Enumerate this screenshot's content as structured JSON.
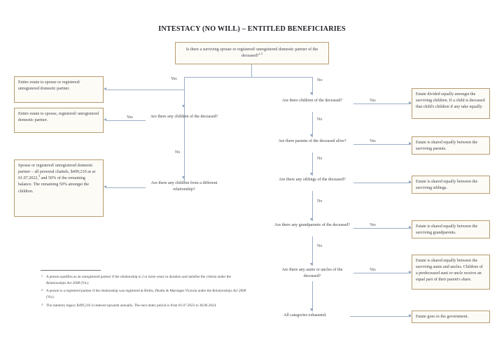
{
  "document": {
    "title": "INTESTACY (NO WILL) – ENTITLED BENEFICIARIES"
  },
  "theme": {
    "box_border": "#b79b6e",
    "box_fill": "#fdfbf6",
    "connector": "#9badc4",
    "text": "#3f3f48"
  },
  "edge_labels": {
    "yes": "Yes",
    "no": "No"
  },
  "nodes": {
    "root_question": {
      "text": "Is there a surviving spouse or registered/ unregistered domestic partner of the deceased?",
      "footnote_marks": "1,2"
    },
    "q_children_spouse": "Are there any children of the deceased?",
    "q_children_different_relationship": "Are there any children from a different relationship?",
    "q_children_no_spouse": "Are there children of the deceased?",
    "q_parents_alive": "Are there parents of the deceased alive?",
    "q_siblings": "Are there any siblings of the deceased?",
    "q_grandparents": "Are there any grandparents of the deceased?",
    "q_aunts_uncles": "Are there any aunts or uncles of the deceased?",
    "all_exhausted": "All categories exhausted."
  },
  "outcomes": {
    "entire_estate_1": "Entire estate to spouse or registered/ unregistered domestic partner.",
    "entire_estate_2": "Entire estate to spouse, registered/ unregistered domestic partner.",
    "partner_and_children": {
      "part1": "Spouse or registered/ unregistered domestic partner – all personal chattels, $499,210 as at 01.07.2022,",
      "footnote_mark": "3",
      "part2": " and 50% of the remaining balance. The remaining 50% amongst the children."
    },
    "children_equal": "Estate divided equally amongst the surviving children. If a child is deceased that child's children if any take equally.",
    "parents_equal": "Estate is shared equally between the surviving parents.",
    "siblings_equal": "Estate is shared equally between the surviving siblings.",
    "grandparents_equal": "Estate is shared equally between the surviving grandparents.",
    "aunts_uncles_equal": "Estate is shared equally between the surviving aunts and uncles. Children of a predeceased aunt or uncle receive an equal part of their parent's share.",
    "government": "Estate goes to the government."
  },
  "footnotes": [
    {
      "mark": "1",
      "before": "A person qualifies as an unregistered partner if the relationship is 2 or more years in duration and satisfies the criteria under the ",
      "italic": "Relationships Act 2008",
      "after": " (Vic)."
    },
    {
      "mark": "2",
      "before": "A person is a registered partner if the relationship was registered at Births, Deaths & Marriages Victoria under the ",
      "italic": "Relationships Act 2008",
      "after": " (Vic)."
    },
    {
      "mark": "3",
      "before": "The statutory legacy $499,210 is indexed upwards annually. The next index period is from 01.07.2023 to 30.06.2024.",
      "italic": "",
      "after": ""
    }
  ]
}
